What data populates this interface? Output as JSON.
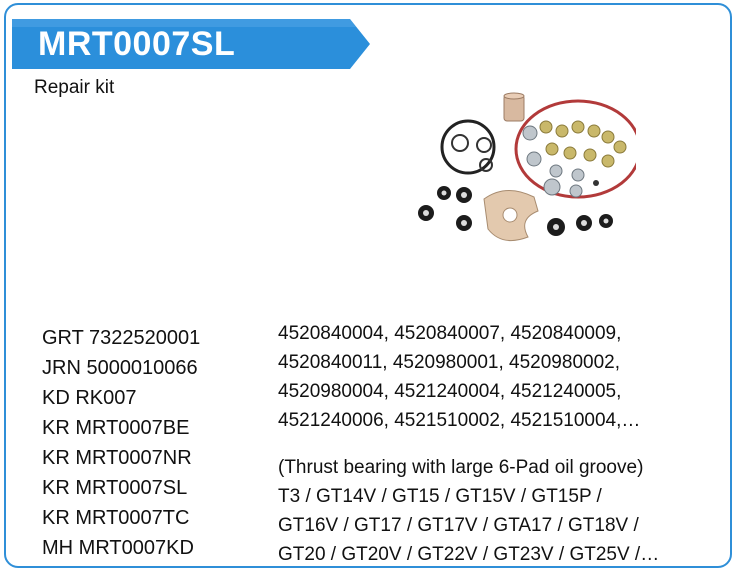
{
  "header": {
    "part_number": "MRT0007SL",
    "subtitle": "Repair kit",
    "accent_color": "#2f8fd8",
    "banner_color": "#2b8fdb"
  },
  "image": {
    "icon": "repair-kit-photo"
  },
  "references": [
    "GRT 7322520001",
    "JRN 5000010066",
    "KD RK007",
    "KR MRT0007BE",
    "KR MRT0007NR",
    "KR MRT0007SL",
    "KR MRT0007TC",
    "MH MRT0007KD"
  ],
  "oem_numbers": [
    "4520840004, 4520840007, 4520840009,",
    "4520840011, 4520980001, 4520980002,",
    "4520980004, 4521240004, 4521240005,",
    "4521240006, 4521510002, 4521510004,…"
  ],
  "applications": [
    "(Thrust bearing with large 6-Pad oil groove)",
    "T3 / GT14V / GT15 / GT15V / GT15P /",
    "GT16V / GT17 / GT17V / GTA17 / GT18V /",
    "GT20 / GT20V / GT22V / GT23V / GT25V /…"
  ]
}
